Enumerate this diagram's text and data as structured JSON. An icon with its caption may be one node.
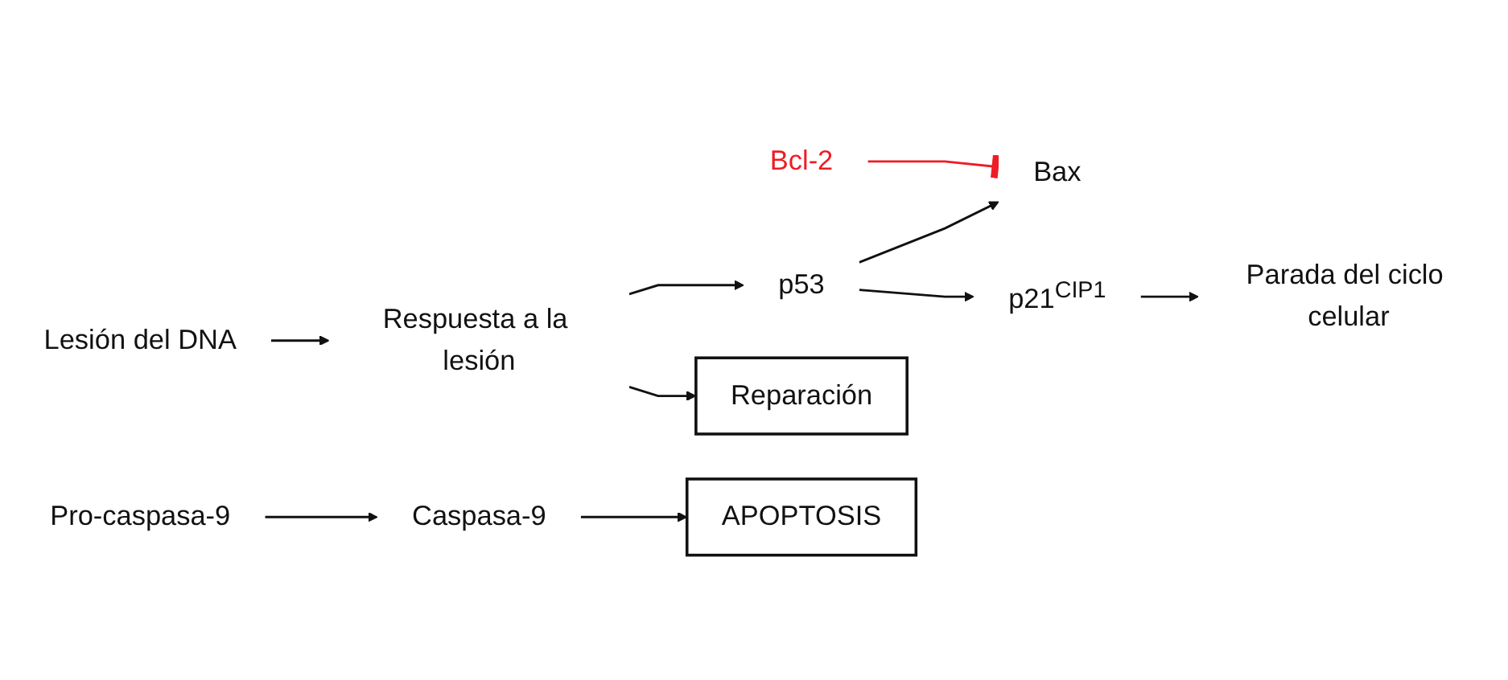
{
  "diagram": {
    "nodes": [
      {
        "text": [
          "Lesión del DNA"
        ]
      },
      {
        "text": [
          "Respuesta a la lesión"
        ]
      },
      {
        "text": [
          "Pro-caspasa-9"
        ]
      },
      {
        "text": [
          "p53"
        ]
      },
      {
        "text": [
          "Bax"
        ]
      },
      {
        "text": [
          "Bcl-2"
        ]
      },
      {
        "text": [
          "Caspasa-9"
        ]
      },
      {
        "text": [
          "Reparación"
        ]
      },
      {
        "text": [
          "p21$^{CIP1}$"
        ]
      },
      {
        "text": [
          "APOPTOSIS"
        ]
      },
      {
        "text": [
          "Parada del ciclo celular"
        ]
      }
    ],
    "edges": [
      {
        "from": 0,
        "to": 1,
        "arrow": "to"
      },
      {
        "from": 1,
        "to": 3,
        "arrow": "to"
      },
      {
        "from": 1,
        "to": 7,
        "arrow": "to"
      },
      {
        "from": 3,
        "to": 4,
        "arrow": "to"
      },
      {
        "from": 2,
        "to": 6,
        "arrow": "to"
      },
      {
        "from": 5,
        "to": 4,
        "arrow": "other",
        "color": "#ee1c25"
      },
      {
        "from": 3,
        "to": 8,
        "arrow": "to"
      },
      {
        "from": 6,
        "to": 9,
        "arrow": "to"
      },
      {
        "from": 8,
        "to": 10,
        "arrow": "to"
      }
    ]
  }
}
